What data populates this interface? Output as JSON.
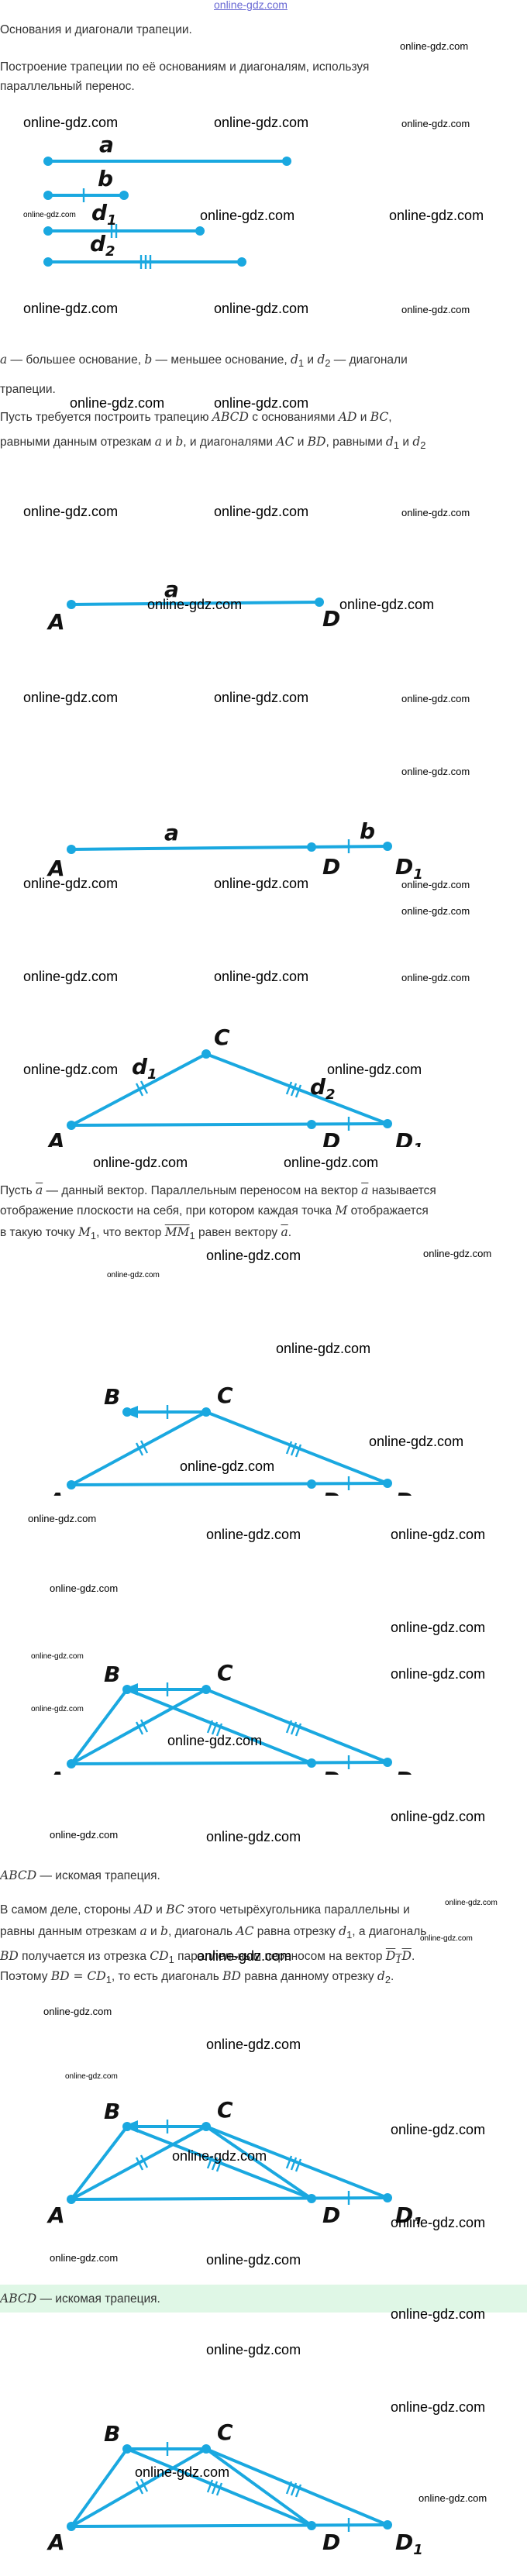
{
  "header": {
    "site_link": "online-gdz.com"
  },
  "intro": {
    "title": "Основания и диагонали трапеции.",
    "line1": "Построение трапеции по её основаниям и диагоналям, используя",
    "line2": "параллельный перенос."
  },
  "watermark": {
    "text": "online-gdz.com"
  },
  "labels": {
    "a": "a",
    "b": "b",
    "d1": "d",
    "d1_sub": "1",
    "d2": "d",
    "d2_sub": "2",
    "A": "A",
    "B": "B",
    "C": "C",
    "D": "D",
    "D1": "D",
    "D1_sub": "1"
  },
  "legend": {
    "a": "a",
    "a_desc": " — большее основание, ",
    "b": "b",
    "b_desc": " — меньшее основание, ",
    "d1": "d",
    "d1_sub": "1",
    "and": " и ",
    "d2": "d",
    "d2_sub": "2",
    "diag_desc": " — диагонали",
    "line2": "трапеции."
  },
  "task": {
    "p1": "Пусть требуется построить трапецию ",
    "abcd": "ABCD",
    "p2": " с основаниями ",
    "ad": "AD",
    "and1": " и ",
    "bc": "BC",
    "comma": ",",
    "p3": "равными данным отрезкам ",
    "a": "a",
    "and2": " и ",
    "b": "b",
    "p4": ", и диагоналями ",
    "ac": "AC",
    "and3": " и ",
    "bd": "BD",
    "p5": ", равными ",
    "d1": "d",
    "d1_sub": "1",
    "and4": " и ",
    "d2": "d",
    "d2_sub": "2"
  },
  "translation": {
    "p1": "Пусть ",
    "vec_a": "a",
    "p2": " — данный вектор. Параллельным переносом на вектор ",
    "vec_a2": "a",
    "p3": " называется",
    "line2": "отображение плоскости на себя, при котором каждая точка ",
    "M": "M",
    "p4": " отображается",
    "p5": "в такую точку ",
    "M1": "M",
    "M1_sub": "1",
    "p6": ", что вектор ",
    "MM1": "MM",
    "MM1_sub": "1",
    "p7": " равен вектору ",
    "vec_a3": "a",
    "p8": "."
  },
  "result1": {
    "abcd": "ABCD",
    "text": " — искомая трапеция."
  },
  "proof": {
    "p1": "В самом деле, стороны ",
    "ad": "AD",
    "and1": " и ",
    "bc": "BC",
    "p2": " этого четырёхугольника параллельны и",
    "p3": "равны данным отрезкам ",
    "a": "a",
    "and2": " и ",
    "b": "b",
    "p4": ", диагональ ",
    "ac": "AC",
    "p5": " равна отрезку ",
    "d1": "d",
    "d1_sub": "1",
    "p6": ", а диагональ",
    "bd": "BD",
    "p7": " получается из отрезка ",
    "cd1": "CD",
    "cd1_sub": "1",
    "p8": " параллельным переносом на вектор ",
    "d1d": "D",
    "d1d_sub": "1",
    "d1d_end": "D",
    "p9": ".",
    "p10": "Поэтому ",
    "eq": "BD = CD",
    "eq_sub": "1",
    "p11": ", то есть диагональ ",
    "bd2": "BD",
    "p12": " равна данному отрезку ",
    "d2": "d",
    "d2_sub": "2",
    "p13": "."
  },
  "result2": {
    "abcd": "ABCD",
    "text": " — искомая трапеция."
  },
  "colors": {
    "accent": "#1aa8e0",
    "highlight": "#dff7e6",
    "link": "#6a6ad4",
    "text": "#333333"
  }
}
